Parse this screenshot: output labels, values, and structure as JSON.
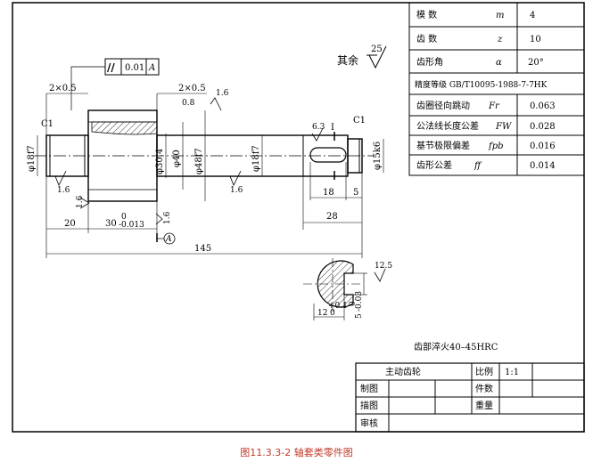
{
  "caption": "图11.3.3-2 轴套类零件图",
  "surface_note": {
    "label": "其余",
    "value": "25"
  },
  "hardening_note": "齿部淬火40–45HRC",
  "param_table": [
    {
      "name": "模  数",
      "symbol": "m",
      "value": "4"
    },
    {
      "name": "齿  数",
      "symbol": "z",
      "value": "10"
    },
    {
      "name": "齿形角",
      "symbol": "α",
      "value": "20°"
    },
    {
      "name": "精度等级 GB/T10095-1988-7-7HK",
      "symbol": "",
      "value": ""
    },
    {
      "name": "齿圈径向跳动",
      "symbol": "Fr",
      "value": "0.063"
    },
    {
      "name": "公法线长度公差",
      "symbol": "FW",
      "value": "0.028"
    },
    {
      "name": "基节极限偏差",
      "symbol": "fpb",
      "value": "0.016"
    },
    {
      "name": "齿形公差",
      "symbol": "ff",
      "value": "0.014"
    }
  ],
  "title_block": {
    "part_name": "主动齿轮",
    "scale_label": "比例",
    "scale_value": "1:1",
    "qty_label": "件数",
    "weight_label": "重量",
    "drawn_label": "制图",
    "traced_label": "描图",
    "checked_label": "审核"
  },
  "tolerance_frame": {
    "symbol": "//",
    "value": "0.01",
    "datum": "A"
  },
  "dimensions": {
    "chamfer_left": "2×0.5",
    "chamfer_mid": "2×0.5",
    "c1_left": "C1",
    "c1_right": "C1",
    "dia_18f7_left": "φ18f7",
    "dia_30_4": "φ30.4",
    "dia_40": "φ40",
    "dia_48f7": "φ48f7",
    "dia_18f7_right": "φ18f7",
    "dia_15k6": "φ15k6",
    "len_20": "20",
    "len_30": "30",
    "len_30_upper": "0",
    "len_30_lower": "-0.013",
    "len_145": "145",
    "len_18": "18",
    "len_5": "5",
    "len_28": "28",
    "key_12": "12",
    "key_12_upper": "+0.1",
    "key_12_lower": "0",
    "key_5": "5",
    "key_5_upper": "0",
    "key_5_lower": "-0.03",
    "datum_letter": "A",
    "section_mark": "I",
    "rough_16": "1.6",
    "rough_08": "0.8",
    "rough_63": "6.3",
    "rough_125": "12.5"
  }
}
